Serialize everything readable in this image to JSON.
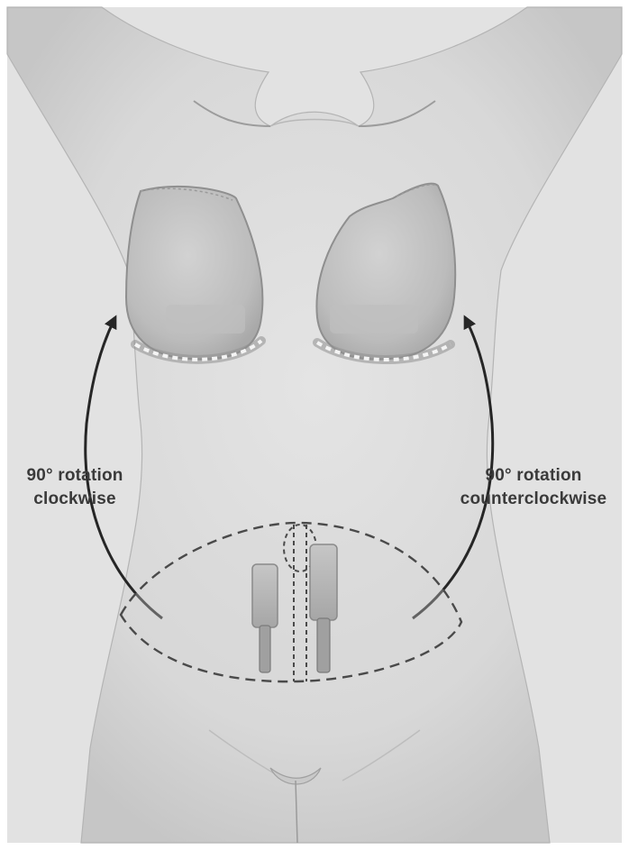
{
  "figure": {
    "left_label": {
      "line1": "90° rotation",
      "line2": "clockwise"
    },
    "right_label": {
      "line1": "90° rotation",
      "line2": "counterclockwise"
    }
  },
  "colors": {
    "background": "#e2e2e2",
    "skin": "#dcdcdc",
    "outline": "#8f8f8f",
    "dashed_line": "#4a4a4a",
    "arrow": "#262626",
    "label_text": "#3a3a3a"
  }
}
